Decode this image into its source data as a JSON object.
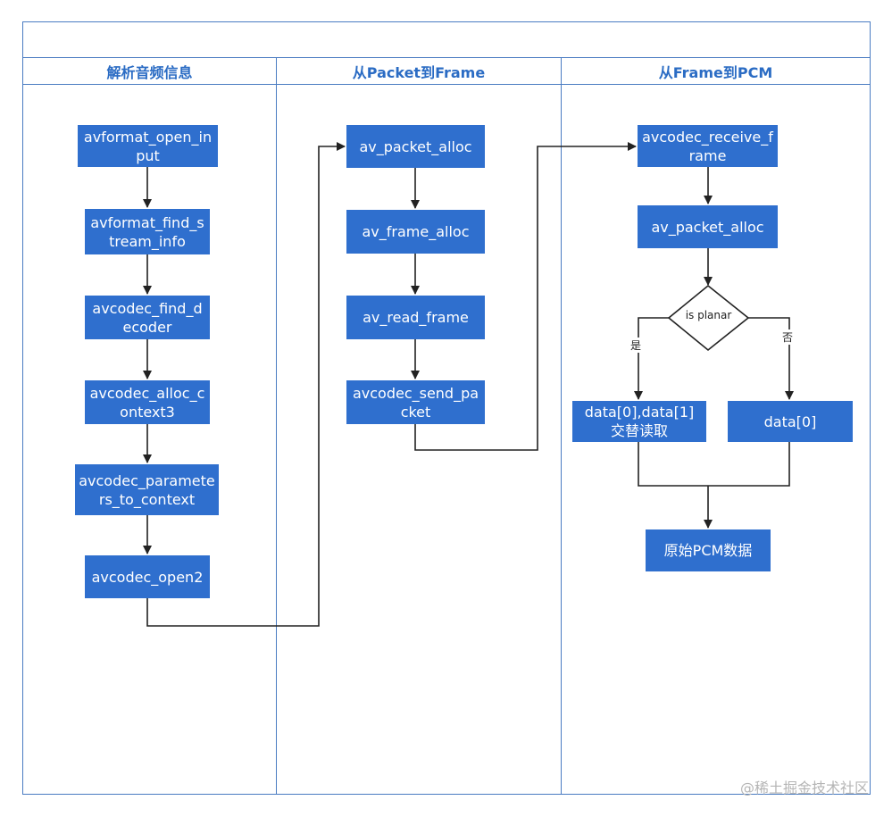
{
  "lanes": [
    {
      "label": "解析音频信息"
    },
    {
      "label": "从Packet到Frame"
    },
    {
      "label": "从Frame到PCM"
    }
  ],
  "boxes": {
    "avformat_open_input": "avformat_open_input",
    "avformat_find_stream_info": "avformat_find_stream_info",
    "avcodec_find_decoder": "avcodec_find_decoder",
    "avcodec_alloc_context3": "avcodec_alloc_context3",
    "avcodec_parameters_to_context": "avcodec_parameters_to_context",
    "avcodec_open2": "avcodec_open2",
    "av_packet_alloc_1": "av_packet_alloc",
    "av_frame_alloc": "av_frame_alloc",
    "av_read_frame": "av_read_frame",
    "avcodec_send_packet": "avcodec_send_packet",
    "avcodec_receive_frame": "avcodec_receive_frame",
    "av_packet_alloc_2": "av_packet_alloc",
    "planar_data": "data[0],data[1] 交替读取",
    "packed_data": "data[0]",
    "raw_pcm": "原始PCM数据"
  },
  "decision": {
    "label": "is planar",
    "yes": "是",
    "no": "否"
  },
  "watermark": "@稀土掘金技术社区",
  "colors": {
    "box": "#2f6fce",
    "lane_border": "#4a7cc2",
    "header_text": "#2b6cc4",
    "arrow": "#222222"
  }
}
